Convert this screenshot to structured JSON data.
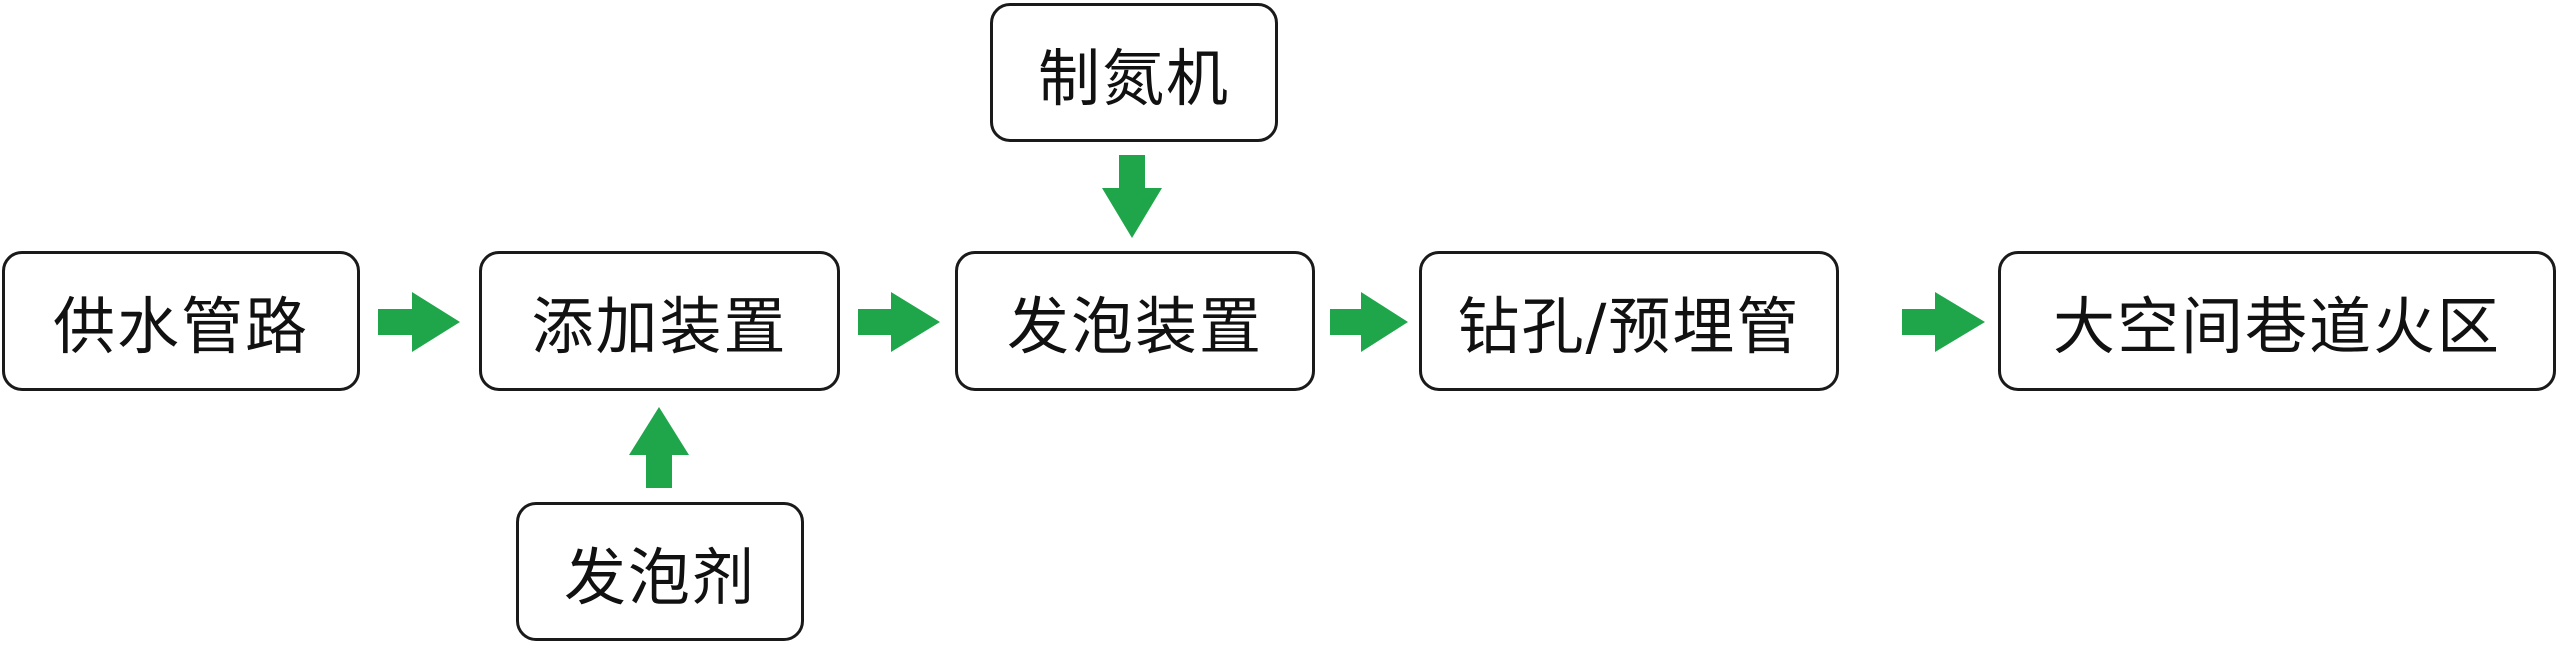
{
  "diagram": {
    "nodes": {
      "water_pipe": "供水管路",
      "adding_device": "添加装置",
      "foaming_device": "发泡装置",
      "drill_pipe": "钻孔/预埋管",
      "fire_zone": "大空间巷道火区",
      "nitrogen_generator": "制氮机",
      "foaming_agent": "发泡剂"
    },
    "arrow_color": "#1fa64a"
  }
}
